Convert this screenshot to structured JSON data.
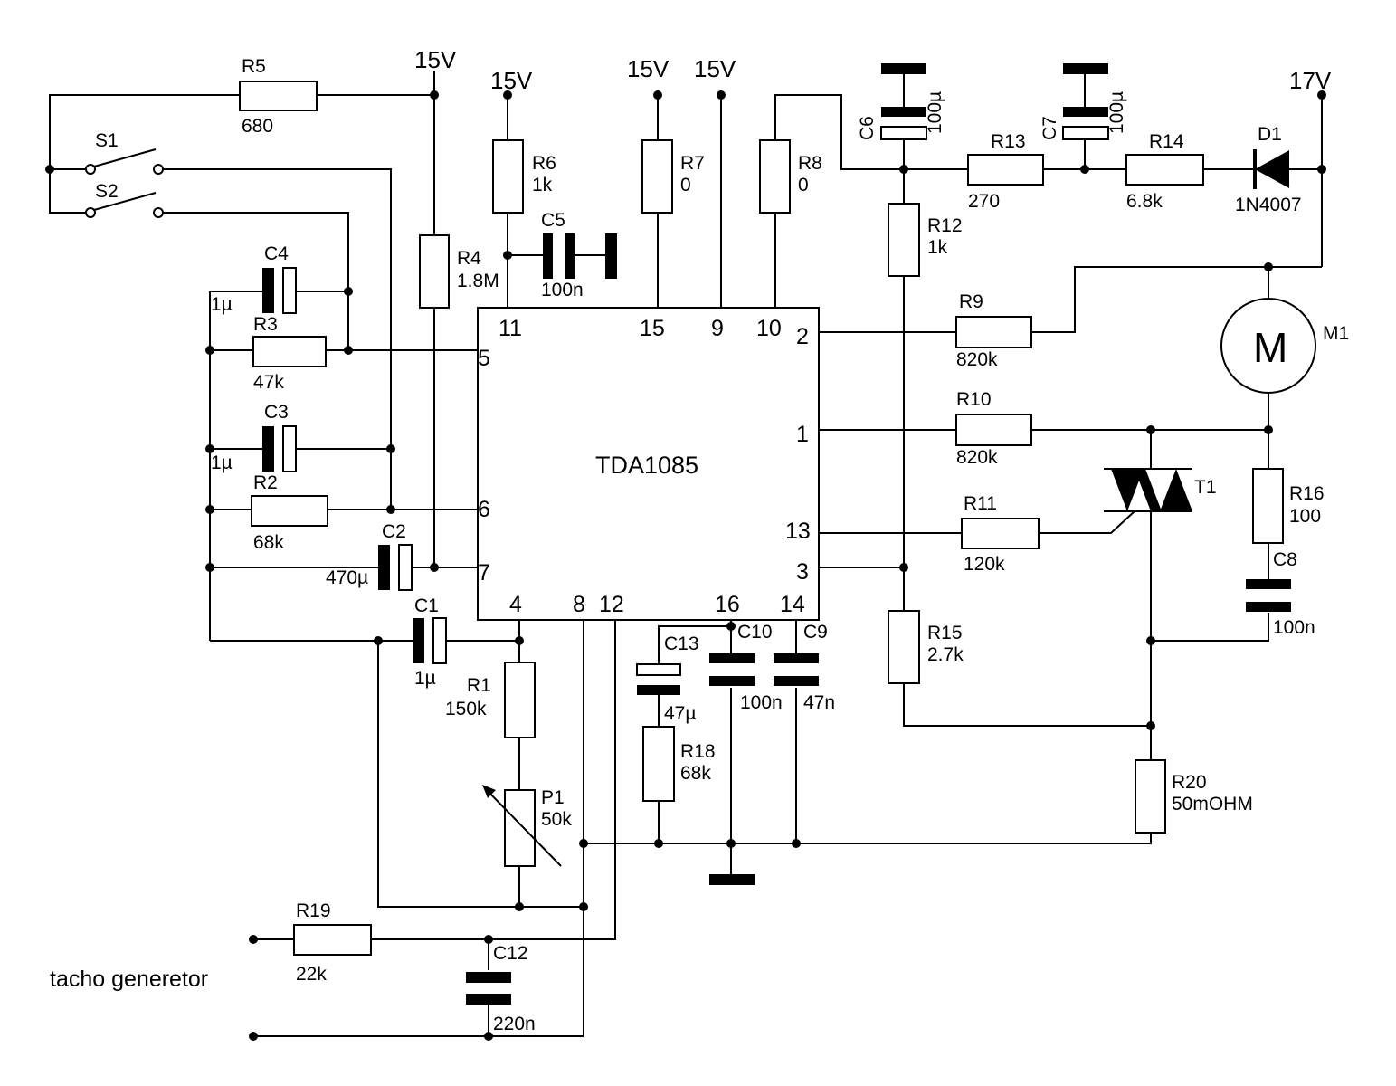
{
  "supplies": {
    "v15_r5": "15V",
    "v15_r6": "15V",
    "v15_r7": "15V",
    "v15_9": "15V",
    "v17": "17V"
  },
  "ic": {
    "name": "TDA1085",
    "pins": {
      "p11": "11",
      "p15": "15",
      "p9": "9",
      "p10": "10",
      "p2": "2",
      "p1": "1",
      "p13": "13",
      "p3": "3",
      "p5": "5",
      "p6": "6",
      "p7": "7",
      "p4": "4",
      "p8": "8",
      "p12": "12",
      "p16": "16",
      "p14": "14"
    }
  },
  "resistors": {
    "r1": {
      "name": "R1",
      "value": "150k"
    },
    "r2": {
      "name": "R2",
      "value": "68k"
    },
    "r3": {
      "name": "R3",
      "value": "47k"
    },
    "r4": {
      "name": "R4",
      "value": "1.8M"
    },
    "r5": {
      "name": "R5",
      "value": "680"
    },
    "r6": {
      "name": "R6",
      "value": "1k"
    },
    "r7": {
      "name": "R7",
      "value": "0"
    },
    "r8": {
      "name": "R8",
      "value": "0"
    },
    "r9": {
      "name": "R9",
      "value": "820k"
    },
    "r10": {
      "name": "R10",
      "value": "820k"
    },
    "r11": {
      "name": "R11",
      "value": "120k"
    },
    "r12": {
      "name": "R12",
      "value": "1k"
    },
    "r13": {
      "name": "R13",
      "value": "270"
    },
    "r14": {
      "name": "R14",
      "value": "6.8k"
    },
    "r15": {
      "name": "R15",
      "value": "2.7k"
    },
    "r16": {
      "name": "R16",
      "value": "100"
    },
    "r18": {
      "name": "R18",
      "value": "68k"
    },
    "r19": {
      "name": "R19",
      "value": "22k"
    },
    "r20": {
      "name": "R20",
      "value": "50mOHM"
    }
  },
  "capacitors": {
    "c1": {
      "name": "C1",
      "value": "1µ"
    },
    "c2": {
      "name": "C2",
      "value": "470µ"
    },
    "c3": {
      "name": "C3",
      "value": "1µ"
    },
    "c4": {
      "name": "C4",
      "value": "1µ"
    },
    "c5": {
      "name": "C5",
      "value": "100n"
    },
    "c6": {
      "name": "C6",
      "value": "100µ"
    },
    "c7": {
      "name": "C7",
      "value": "100µ"
    },
    "c8": {
      "name": "C8",
      "value": "100n"
    },
    "c9": {
      "name": "C9",
      "value": "47n"
    },
    "c10": {
      "name": "C10",
      "value": "100n"
    },
    "c12": {
      "name": "C12",
      "value": "220n"
    },
    "c13": {
      "name": "C13",
      "value": "47µ"
    }
  },
  "pot": {
    "name": "P1",
    "value": "50k"
  },
  "diode": {
    "name": "D1",
    "value": "1N4007"
  },
  "triac": {
    "name": "T1"
  },
  "motor": {
    "name": "M1",
    "symbol": "M"
  },
  "switches": {
    "s1": "S1",
    "s2": "S2"
  },
  "tacho_label": "tacho generetor"
}
